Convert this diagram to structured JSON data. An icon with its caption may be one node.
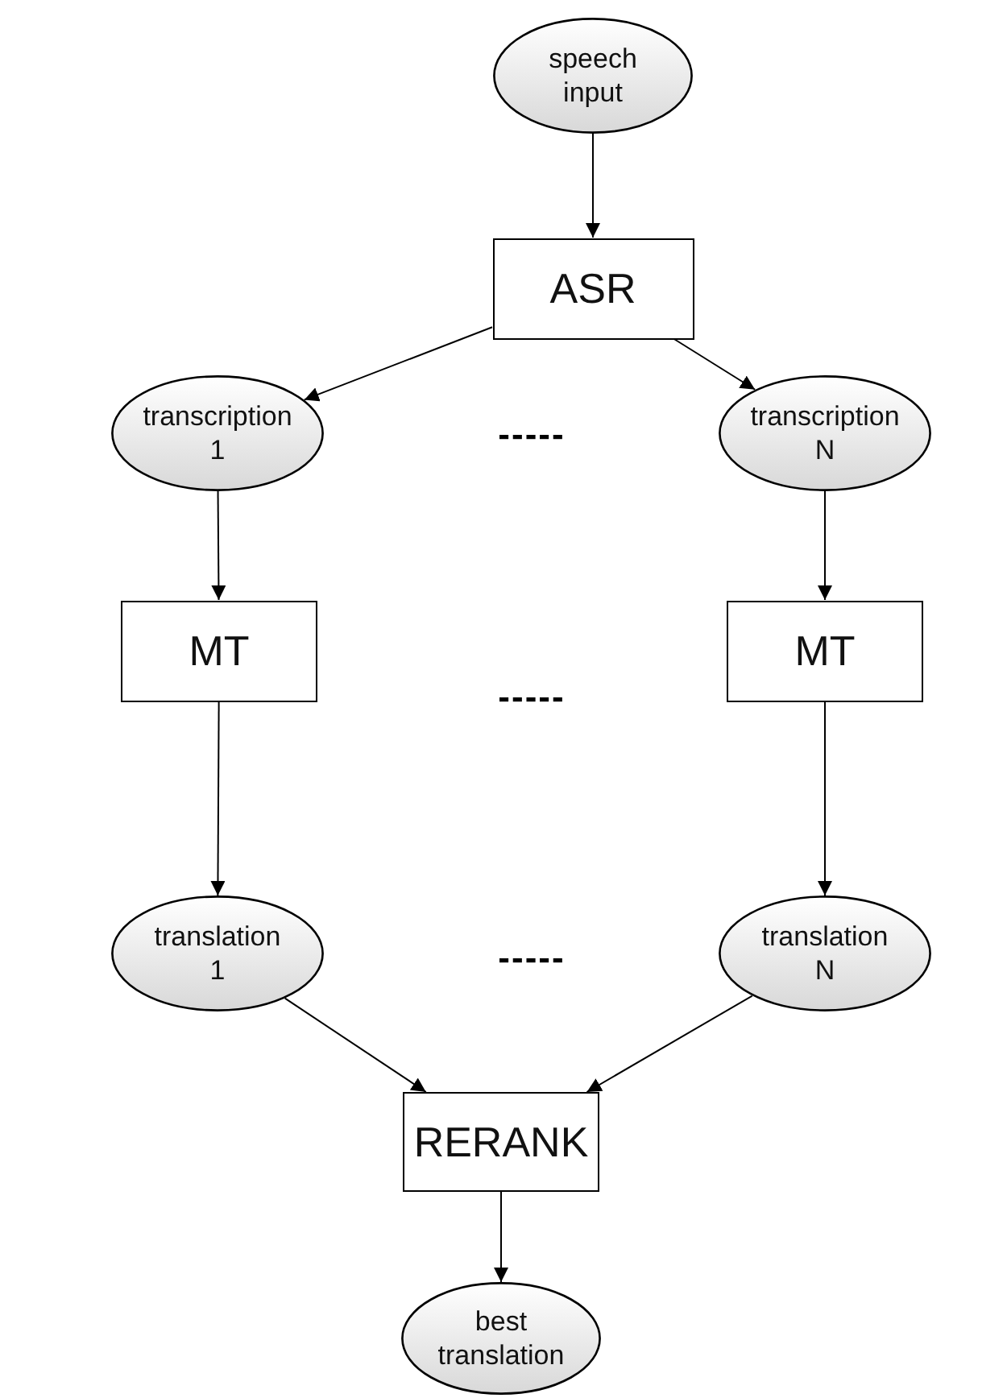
{
  "diagram": {
    "nodes": [
      {
        "text": [
          "speech input"
        ]
      },
      {
        "text": [
          "ASR"
        ]
      },
      {
        "text": [
          "transcription 1"
        ]
      },
      {
        "text": [
          "transcription N"
        ]
      },
      {
        "text": [
          "MT"
        ]
      },
      {
        "text": [
          "MT"
        ]
      },
      {
        "text": [
          "translation 1"
        ]
      },
      {
        "text": [
          "translation N"
        ]
      },
      {
        "text": [
          "RERANK"
        ]
      },
      {
        "text": [
          "best translation"
        ]
      }
    ],
    "edges": [
      {
        "from": 0,
        "to": 1,
        "arrow": "to"
      },
      {
        "from": 1,
        "to": 2,
        "arrow": "to"
      },
      {
        "from": 1,
        "to": 3,
        "arrow": "to"
      },
      {
        "from": 2,
        "to": 4,
        "arrow": "to"
      },
      {
        "from": 3,
        "to": 5,
        "arrow": "to"
      },
      {
        "from": 4,
        "to": 6,
        "arrow": "to"
      },
      {
        "from": 5,
        "to": 7,
        "arrow": "to"
      },
      {
        "from": 6,
        "to": 8,
        "arrow": "to"
      },
      {
        "from": 7,
        "to": 8,
        "arrow": "to"
      },
      {
        "from": 8,
        "to": 9,
        "arrow": "to"
      }
    ],
    "labels": [
      "-----",
      "-----",
      "-----"
    ]
  }
}
